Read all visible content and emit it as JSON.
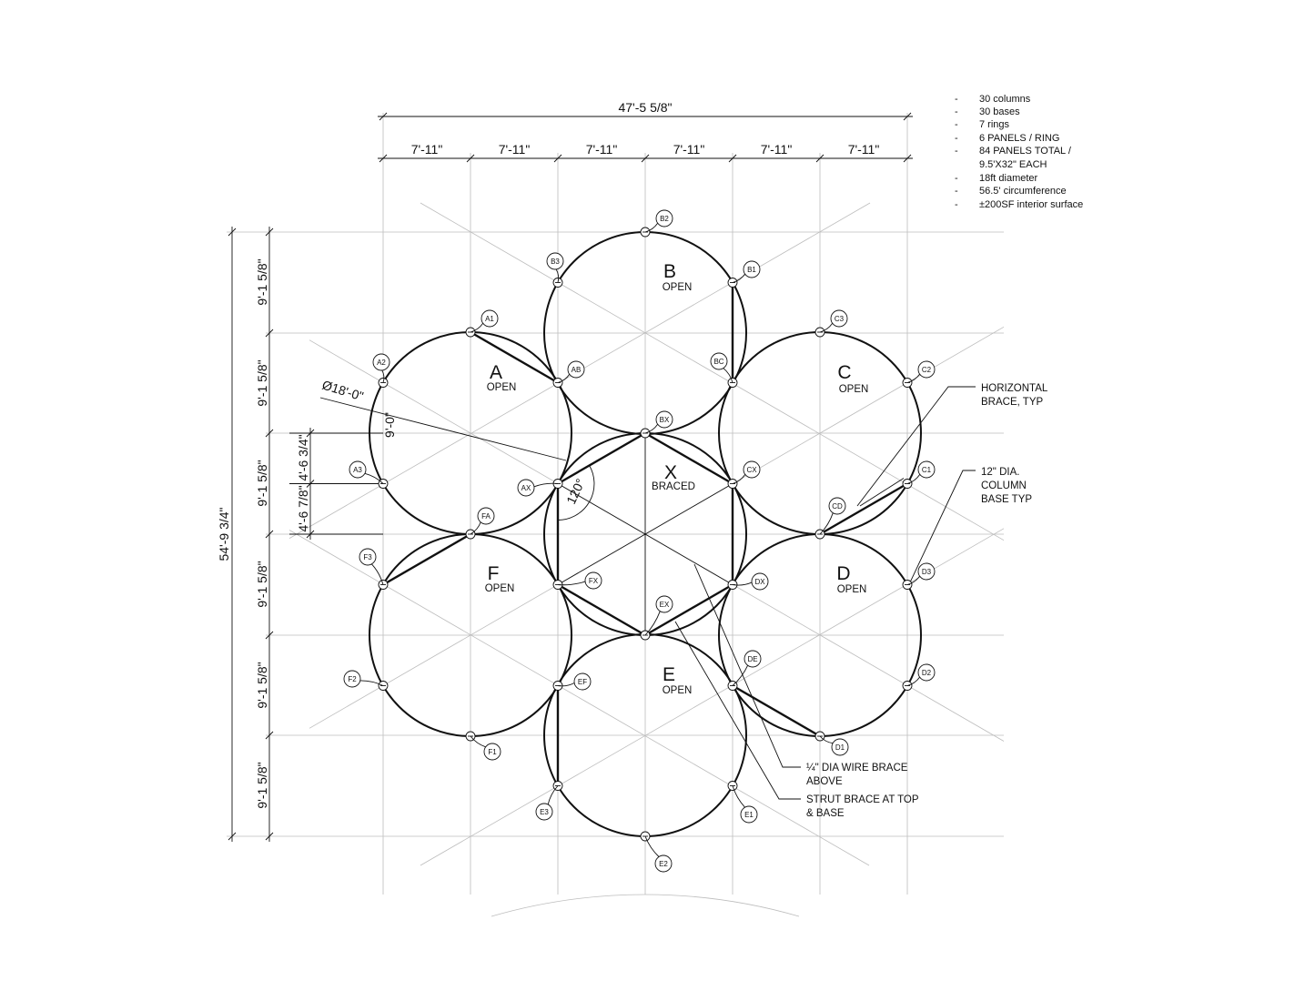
{
  "notes": [
    {
      "dash": "-",
      "text": "30 columns"
    },
    {
      "dash": "-",
      "text": "30 bases"
    },
    {
      "dash": "-",
      "text": "7 rings"
    },
    {
      "dash": "-",
      "text": "6 PANELS / RING"
    },
    {
      "dash": "-",
      "text": "84 PANELS TOTAL /"
    },
    {
      "dash": "",
      "text": "9.5'X32\" EACH"
    },
    {
      "dash": "-",
      "text": "18ft diameter"
    },
    {
      "dash": "-",
      "text": "56.5' circumference"
    },
    {
      "dash": "-",
      "text": "±200SF interior surface"
    }
  ],
  "dimensions": {
    "overall_width": "47'-5 5/8\"",
    "bay_widths": [
      "7'-11\"",
      "7'-11\"",
      "7'-11\"",
      "7'-11\"",
      "7'-11\"",
      "7'-11\""
    ],
    "overall_height": "54'-9 3/4\"",
    "bay_heights": [
      "9'-1 5/8\"",
      "9'-1 5/8\"",
      "9'-1 5/8\"",
      "9'-1 5/8\"",
      "9'-1 5/8\"",
      "9'-1 5/8\""
    ],
    "diameter": "Ø18'-0\"",
    "radius": "9'-0\"",
    "half_upper": "4'-6 3/4\"",
    "half_lower": "4'-6 7/8\"",
    "angle": "120°"
  },
  "rings": {
    "A": {
      "letter": "A",
      "status": "OPEN"
    },
    "B": {
      "letter": "B",
      "status": "OPEN"
    },
    "C": {
      "letter": "C",
      "status": "OPEN"
    },
    "X": {
      "letter": "X",
      "status": "BRACED"
    },
    "D": {
      "letter": "D",
      "status": "OPEN"
    },
    "E": {
      "letter": "E",
      "status": "OPEN"
    },
    "F": {
      "letter": "F",
      "status": "OPEN"
    }
  },
  "callouts": {
    "horizontal_brace": [
      "HORIZONTAL",
      "BRACE, TYP"
    ],
    "column_base": [
      "12\" DIA.",
      "COLUMN",
      "BASE TYP"
    ],
    "wire_brace": [
      "¼\" DIA WIRE BRACE",
      "ABOVE"
    ],
    "strut_brace": [
      "STRUT BRACE AT TOP",
      "& BASE"
    ]
  },
  "columns": [
    "B2",
    "B3",
    "B1",
    "A1",
    "A2",
    "AB",
    "BC",
    "C3",
    "C2",
    "BX",
    "CX",
    "C1",
    "A3",
    "AX",
    "FA",
    "CD",
    "F3",
    "FX",
    "DX",
    "D3",
    "EX",
    "F2",
    "EF",
    "DE",
    "D2",
    "F1",
    "D1",
    "E3",
    "E1",
    "E2"
  ]
}
